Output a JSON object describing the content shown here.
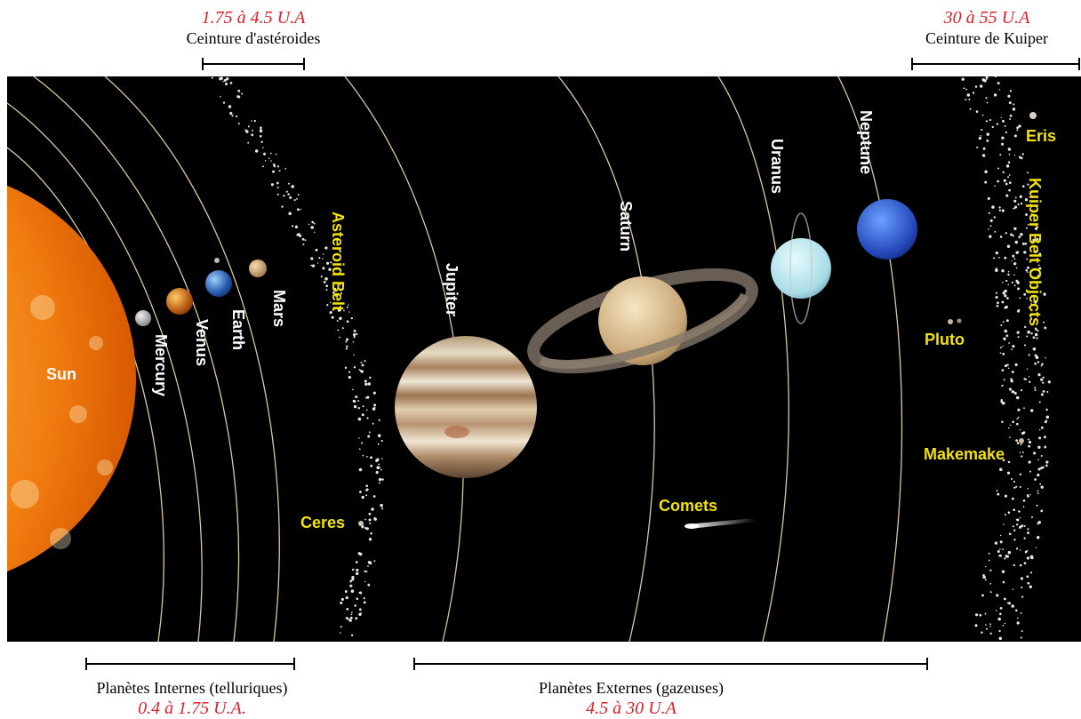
{
  "top_left": {
    "distance": "1.75 à 4.5 U.A",
    "belt": "Ceinture d'astéroides"
  },
  "top_right": {
    "distance": "30 à 55 U.A",
    "belt": "Ceinture de Kuiper"
  },
  "bottom_left": {
    "group": "Planètes Internes (telluriques)",
    "distance": "0.4 à 1.75 U.A."
  },
  "bottom_right": {
    "group": "Planètes Externes (gazeuses)",
    "distance": "4.5  à 30 U.A"
  },
  "labels": {
    "sun": "Sun",
    "mercury": "Mercury",
    "venus": "Venus",
    "earth": "Earth",
    "mars": "Mars",
    "asteroid_belt": "Asteroid Belt",
    "ceres": "Ceres",
    "jupiter": "Jupiter",
    "saturn": "Saturn",
    "uranus": "Uranus",
    "neptune": "Neptune",
    "comets": "Comets",
    "pluto": "Pluto",
    "makemake": "Makemake",
    "eris": "Eris",
    "kuiper_belt_objects": "Kuiper Belt Objects"
  },
  "colors": {
    "distance_text": "#e0202a",
    "white_label": "#ffffff",
    "yellow_label": "#f2e20a",
    "orbit": "#d8c9a0",
    "space": "#000000"
  }
}
